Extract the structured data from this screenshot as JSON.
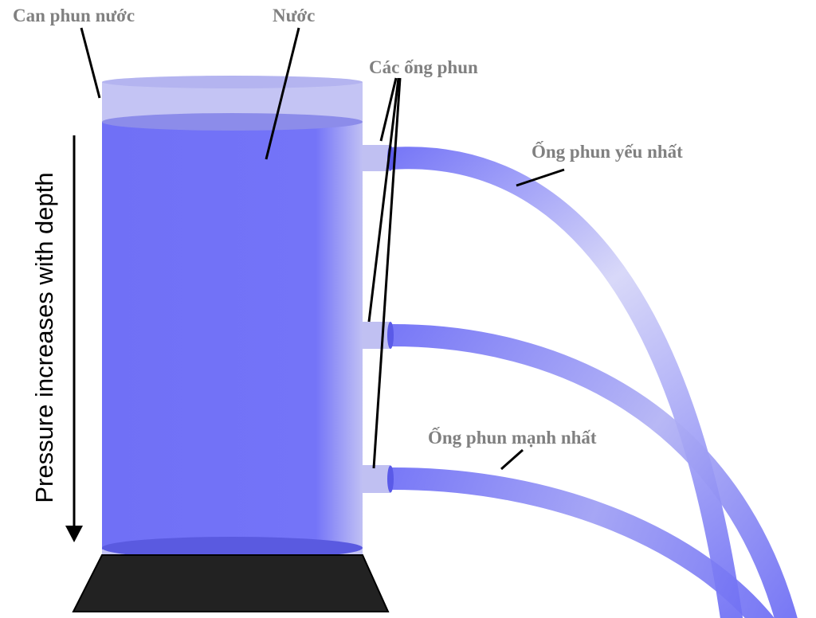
{
  "labels": {
    "can": "Can phun nước",
    "water": "Nước",
    "nozzles": "Các ống phun",
    "weakest": "Ống phun yếu nhất",
    "strongest": "Ống phun mạnh nhất",
    "pressure": "Pressure increases with depth"
  },
  "colors": {
    "water": "#7070f8",
    "container": "#c4c4f4",
    "base": "#222222",
    "label": "#808080"
  }
}
